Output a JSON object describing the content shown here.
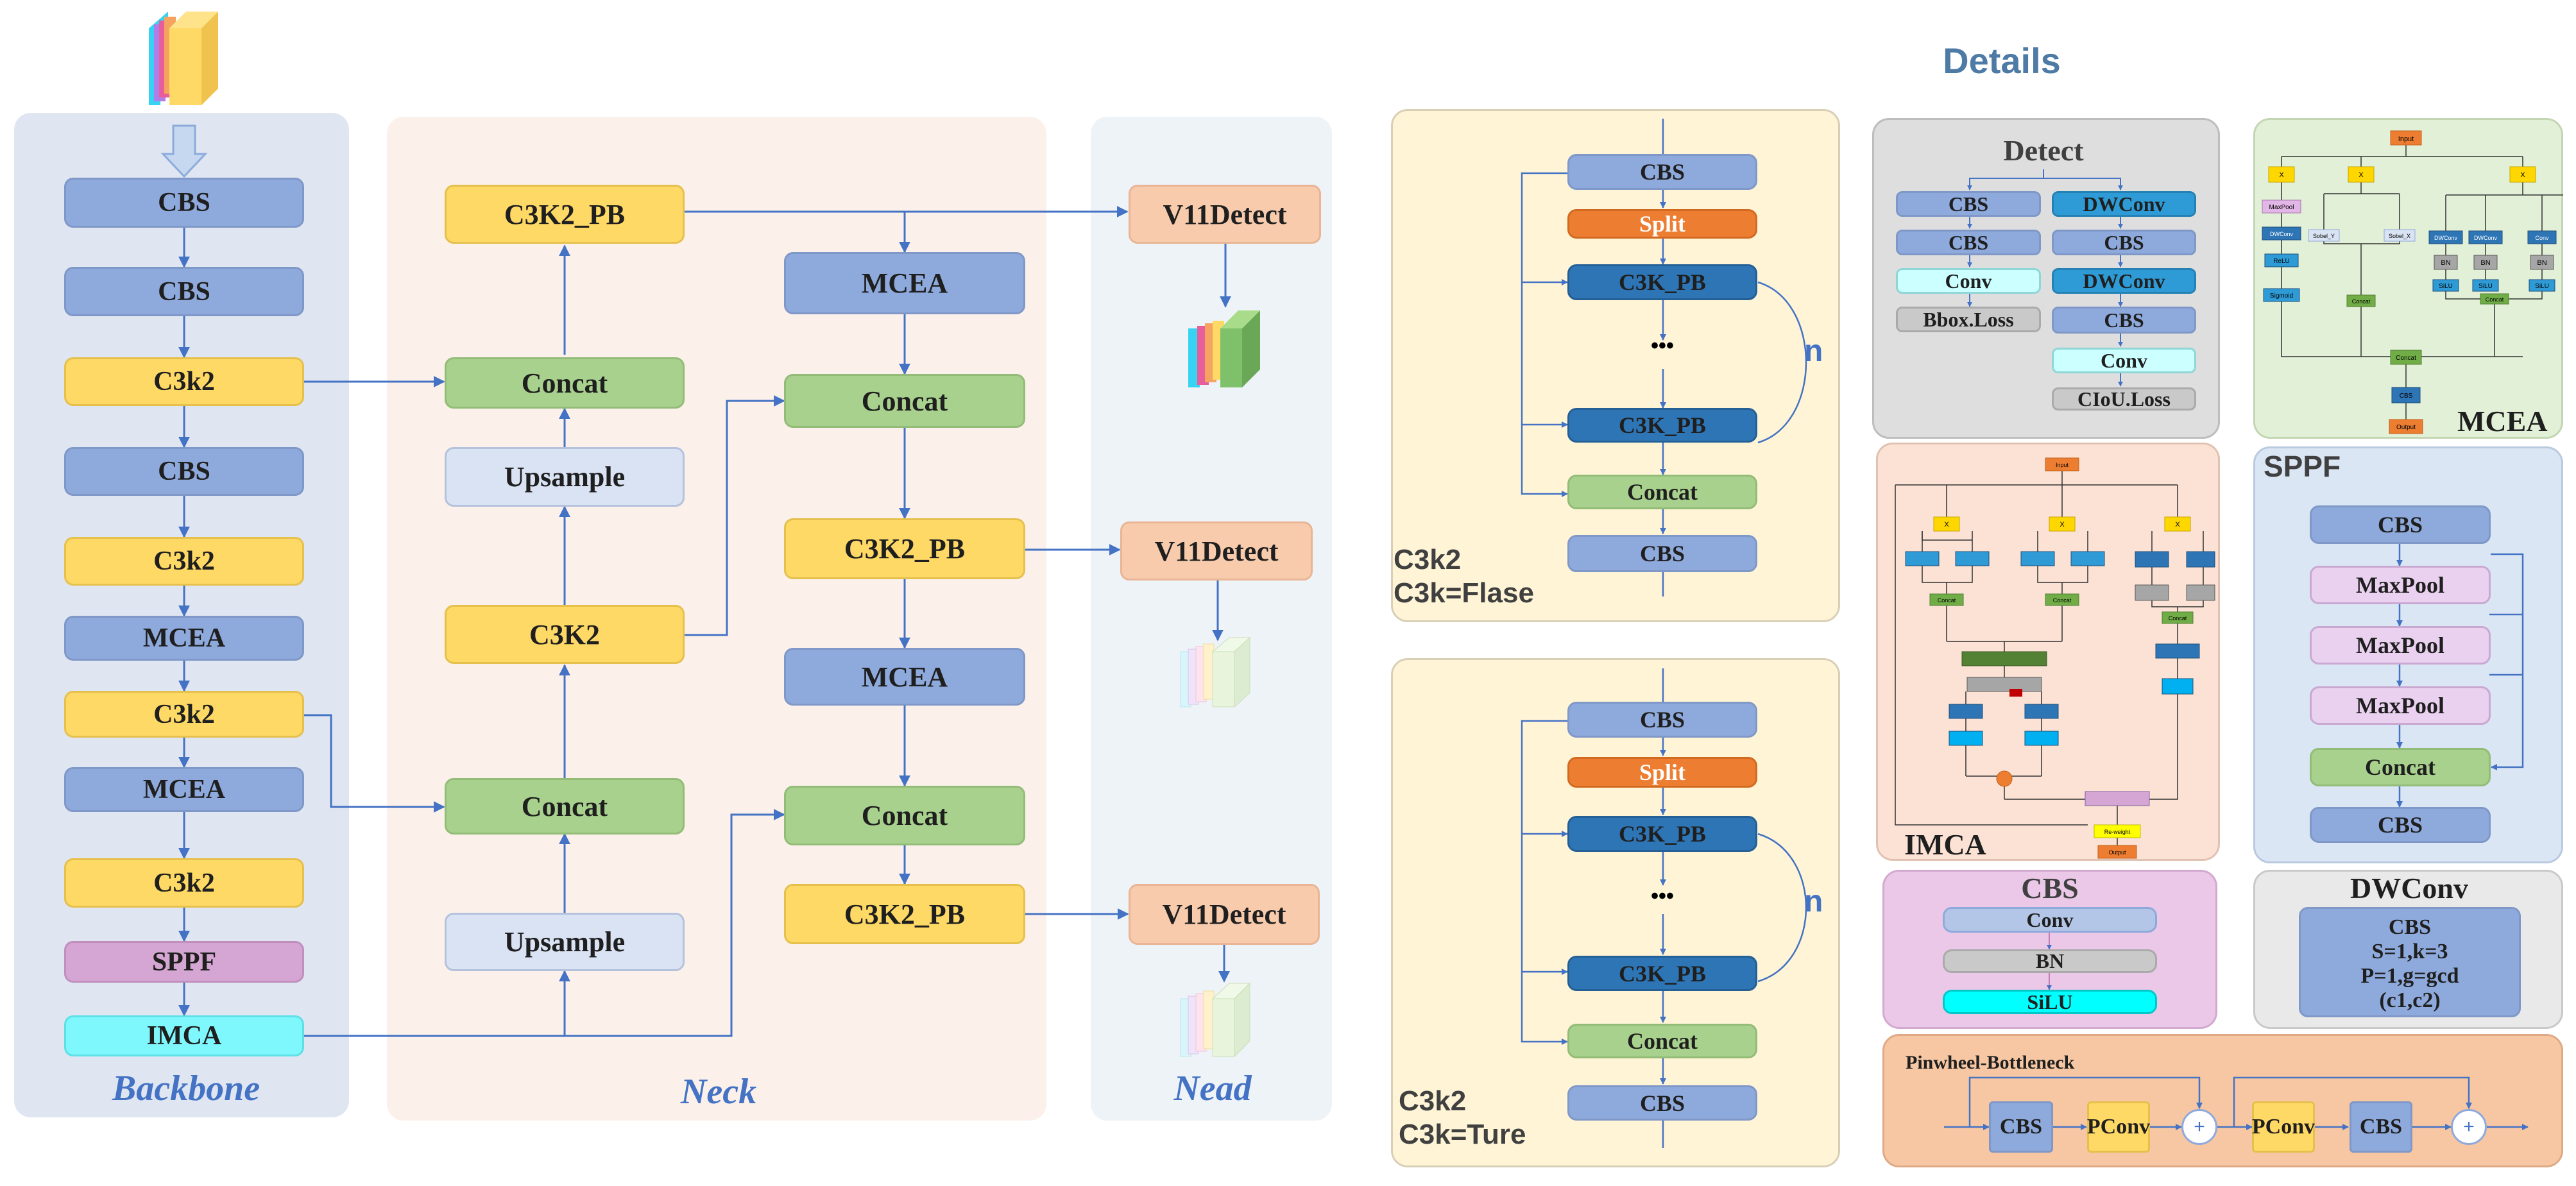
{
  "title": "Details",
  "backbone": {
    "label": "Backbone",
    "nodes": [
      "CBS",
      "CBS",
      "C3k2",
      "CBS",
      "C3k2",
      "MCEA",
      "C3k2",
      "MCEA",
      "C3k2",
      "SPPF",
      "IMCA"
    ]
  },
  "neck": {
    "label": "Neck",
    "c3k2pb_top": "C3K2_PB",
    "concat1": "Concat",
    "upsample1": "Upsample",
    "c3k2": "C3K2",
    "concat2": "Concat",
    "upsample2": "Upsample",
    "mcea1": "MCEA",
    "concat3": "Concat",
    "c3k2pb_mid": "C3K2_PB",
    "mcea2": "MCEA",
    "concat4": "Concat",
    "c3k2pb_bot": "C3K2_PB"
  },
  "head": {
    "label": "Nead",
    "detect1": "V11Detect",
    "detect2": "V11Detect",
    "detect3": "V11Detect"
  },
  "c3k2_false": {
    "nodes": [
      "CBS",
      "Split",
      "C3K_PB",
      "•••",
      "C3K_PB",
      "Concat",
      "CBS"
    ],
    "repeat": "n",
    "caption1": "C3k2",
    "caption2": "C3k=Flase"
  },
  "c3k2_true": {
    "nodes": [
      "CBS",
      "Split",
      "C3K_PB",
      "•••",
      "C3K_PB",
      "Concat",
      "CBS"
    ],
    "repeat": "n",
    "caption1": "C3k2",
    "caption2": "C3k=Ture"
  },
  "detect": {
    "title": "Detect",
    "left": [
      "CBS",
      "CBS",
      "Conv",
      "Bbox.Loss"
    ],
    "right": [
      "DWConv",
      "CBS",
      "DWConv",
      "CBS",
      "Conv",
      "CIoU.Loss"
    ]
  },
  "mcea": {
    "label": "MCEA",
    "input": "Input",
    "x": "X",
    "maxpool": "MaxPool",
    "dwconv": "DWConv",
    "relu": "ReLU",
    "sigmoid": "Sigmoid",
    "sobel_y": "Sobel_Y",
    "sobel_x": "Sobel_X",
    "bn": "BN",
    "silu": "SiLU",
    "conv": "Conv",
    "concat": "Concat",
    "cbs": "CBS",
    "output": "Output"
  },
  "imca": {
    "label": "IMCA",
    "input": "Input",
    "x": "X",
    "concat": "Concat",
    "reweight": "Re-weight",
    "output": "Output"
  },
  "sppf": {
    "label": "SPPF",
    "nodes": [
      "CBS",
      "MaxPool",
      "MaxPool",
      "MaxPool",
      "Concat",
      "CBS"
    ]
  },
  "cbs": {
    "label": "CBS",
    "nodes": [
      "Conv",
      "BN",
      "SiLU"
    ]
  },
  "dwconv": {
    "label": "DWConv",
    "lines": [
      "CBS",
      "S=1,k=3",
      "P=1,g=gcd",
      "(c1,c2)"
    ]
  },
  "pinwheel": {
    "label": "Pinwheel-Bottleneck",
    "nodes": [
      "CBS",
      "PConv",
      "PConv",
      "CBS"
    ],
    "plus": "+"
  },
  "colors": {
    "cbs": "#8ea9db",
    "c3k2": "#ffd966",
    "concat": "#a9d18e",
    "upsample": "#dae3f3",
    "detect": "#f8cbad",
    "sppf": "#d5a6d3",
    "imca": "#7ff8fd",
    "arrow": "#4472c4"
  }
}
